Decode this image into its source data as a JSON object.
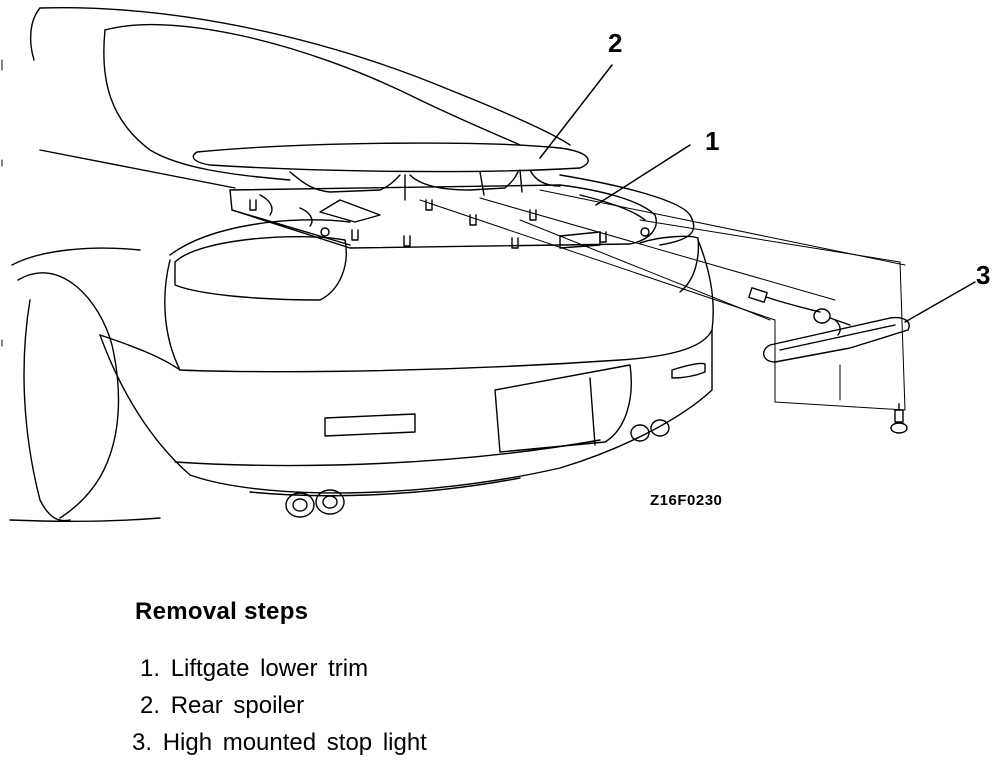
{
  "figure": {
    "callouts": [
      "2",
      "1",
      "3"
    ],
    "code": "Z16F0230"
  },
  "removal": {
    "title": "Removal steps",
    "steps": [
      {
        "num": "1.",
        "text": "Liftgate lower trim"
      },
      {
        "num": "2.",
        "text": "Rear spoiler"
      },
      {
        "num": "3.",
        "text": "High mounted stop light"
      }
    ]
  }
}
